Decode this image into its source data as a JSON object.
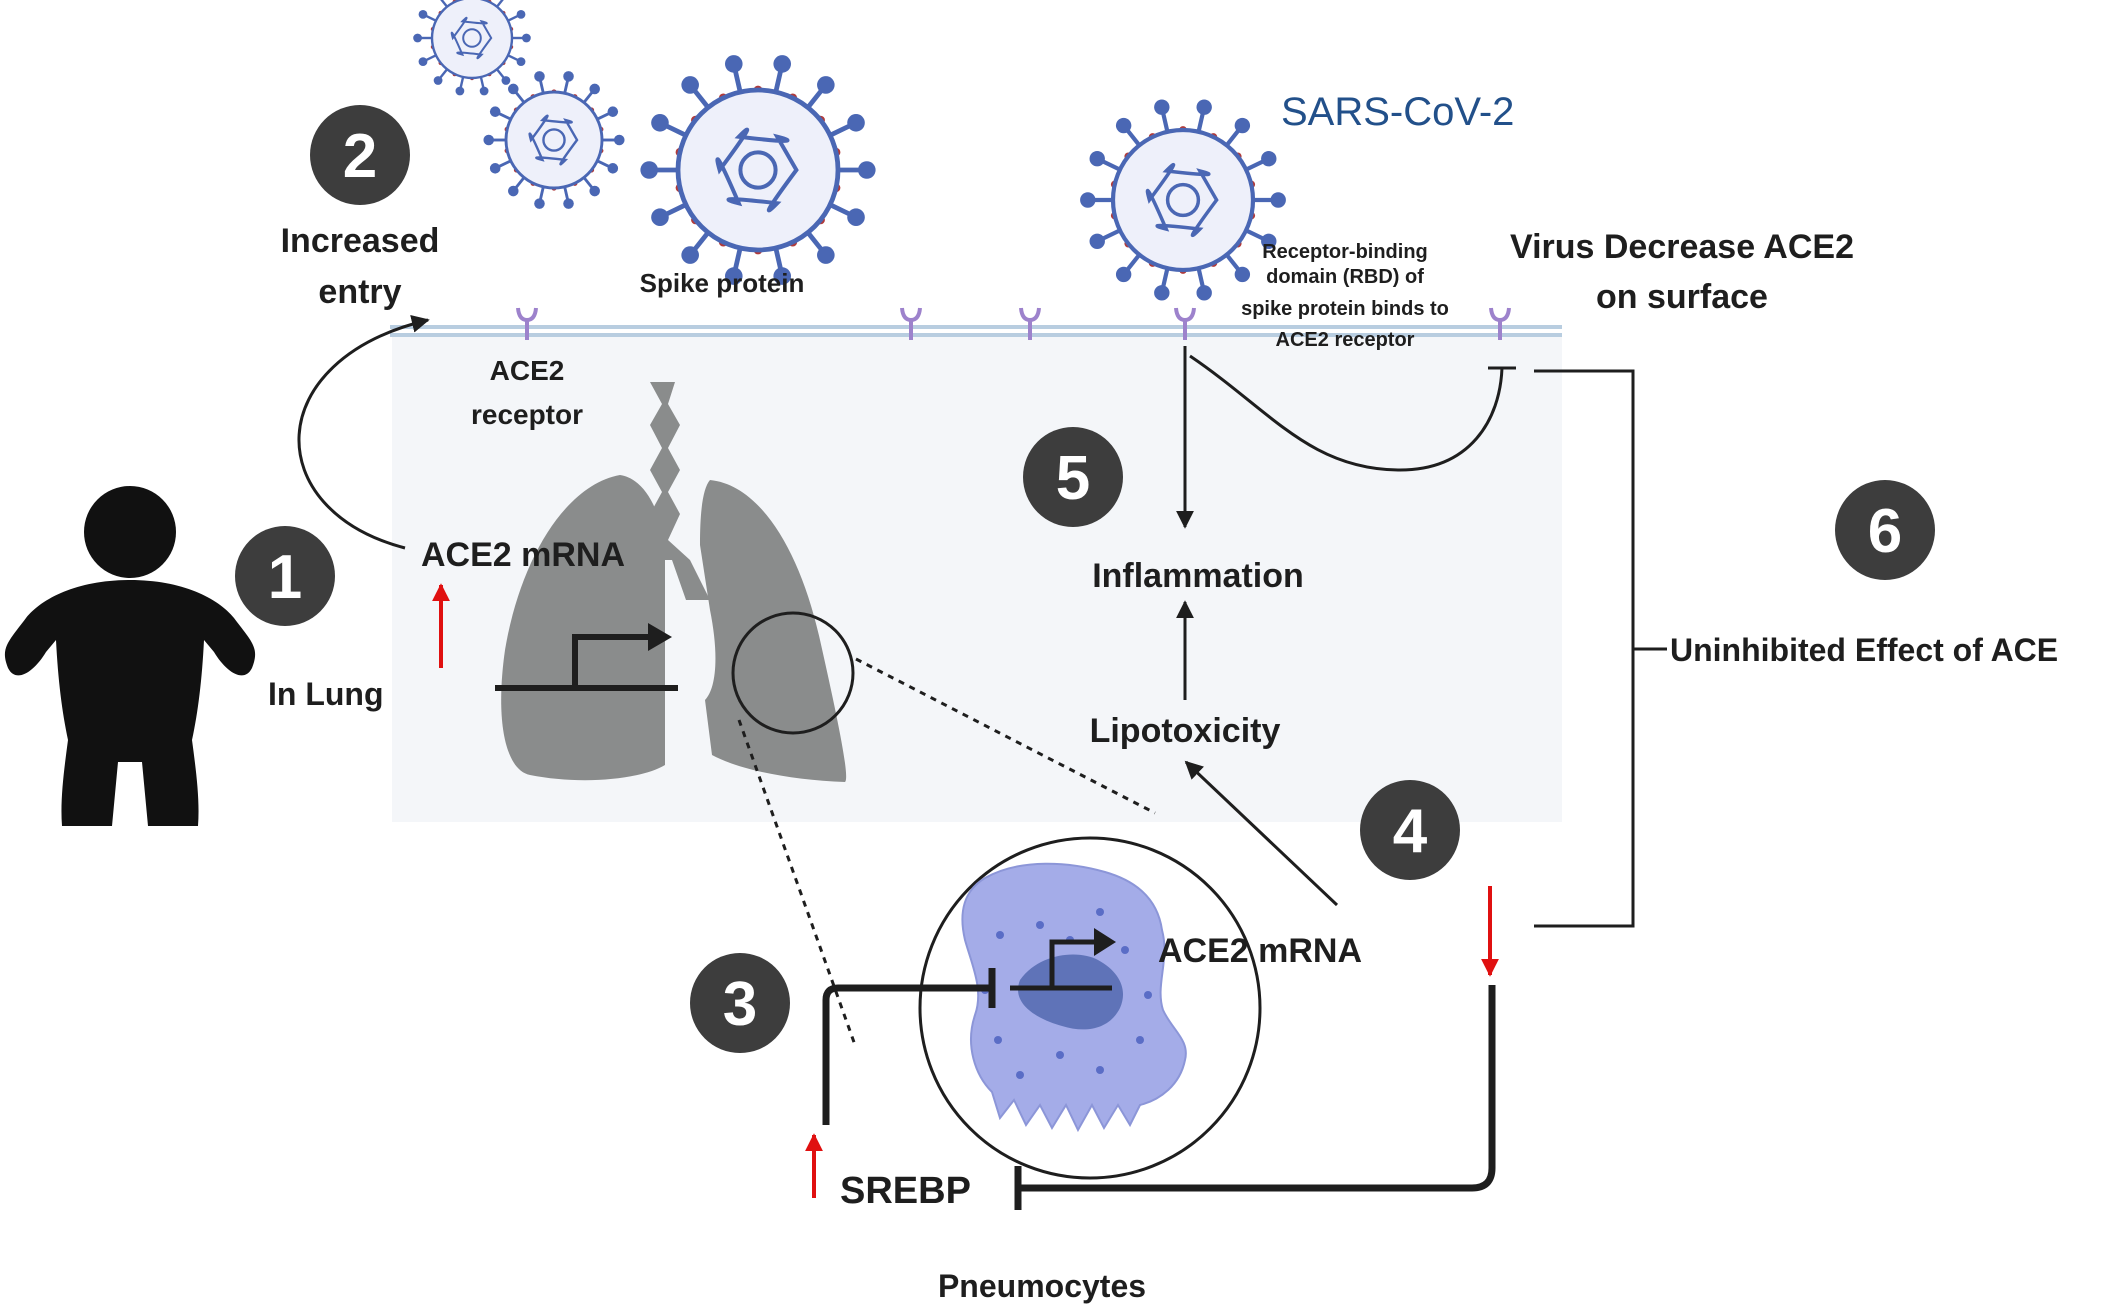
{
  "title": "SARS-CoV-2",
  "labels": {
    "increased_entry_1": "Increased",
    "increased_entry_2": "entry",
    "spike_protein": "Spike protein",
    "ace2_receptor_1": "ACE2",
    "ace2_receptor_2": "receptor",
    "ace2_mrna_lung": "ACE2 mRNA",
    "in_lung": "In Lung",
    "rbd_1": "Receptor-binding",
    "rbd_2": "domain (RBD) of",
    "rbd_3": "spike protein binds to",
    "rbd_4": "ACE2 receptor",
    "virus_decrease_1": "Virus Decrease ACE2",
    "virus_decrease_2": "on surface",
    "inflammation": "Inflammation",
    "lipotoxicity": "Lipotoxicity",
    "uninhibited": "Uninhibited Effect of ACE",
    "ace2_mrna_cell": "ACE2 mRNA",
    "srebp": "SREBP",
    "pneumocytes": "Pneumocytes"
  },
  "steps": [
    "1",
    "2",
    "3",
    "4",
    "5",
    "6"
  ],
  "colors": {
    "badge": "#3d3d3d",
    "virus_blue": "#4a67b4",
    "virus_red": "#b03a3a",
    "title_blue": "#22508a",
    "receptor": "#9d82cc",
    "membrane": "#b8cde0",
    "lung": "#8a8c8c",
    "cell": "#a4ace8",
    "nucleus": "#5f73b8",
    "up_down_arrow": "#e01010"
  }
}
